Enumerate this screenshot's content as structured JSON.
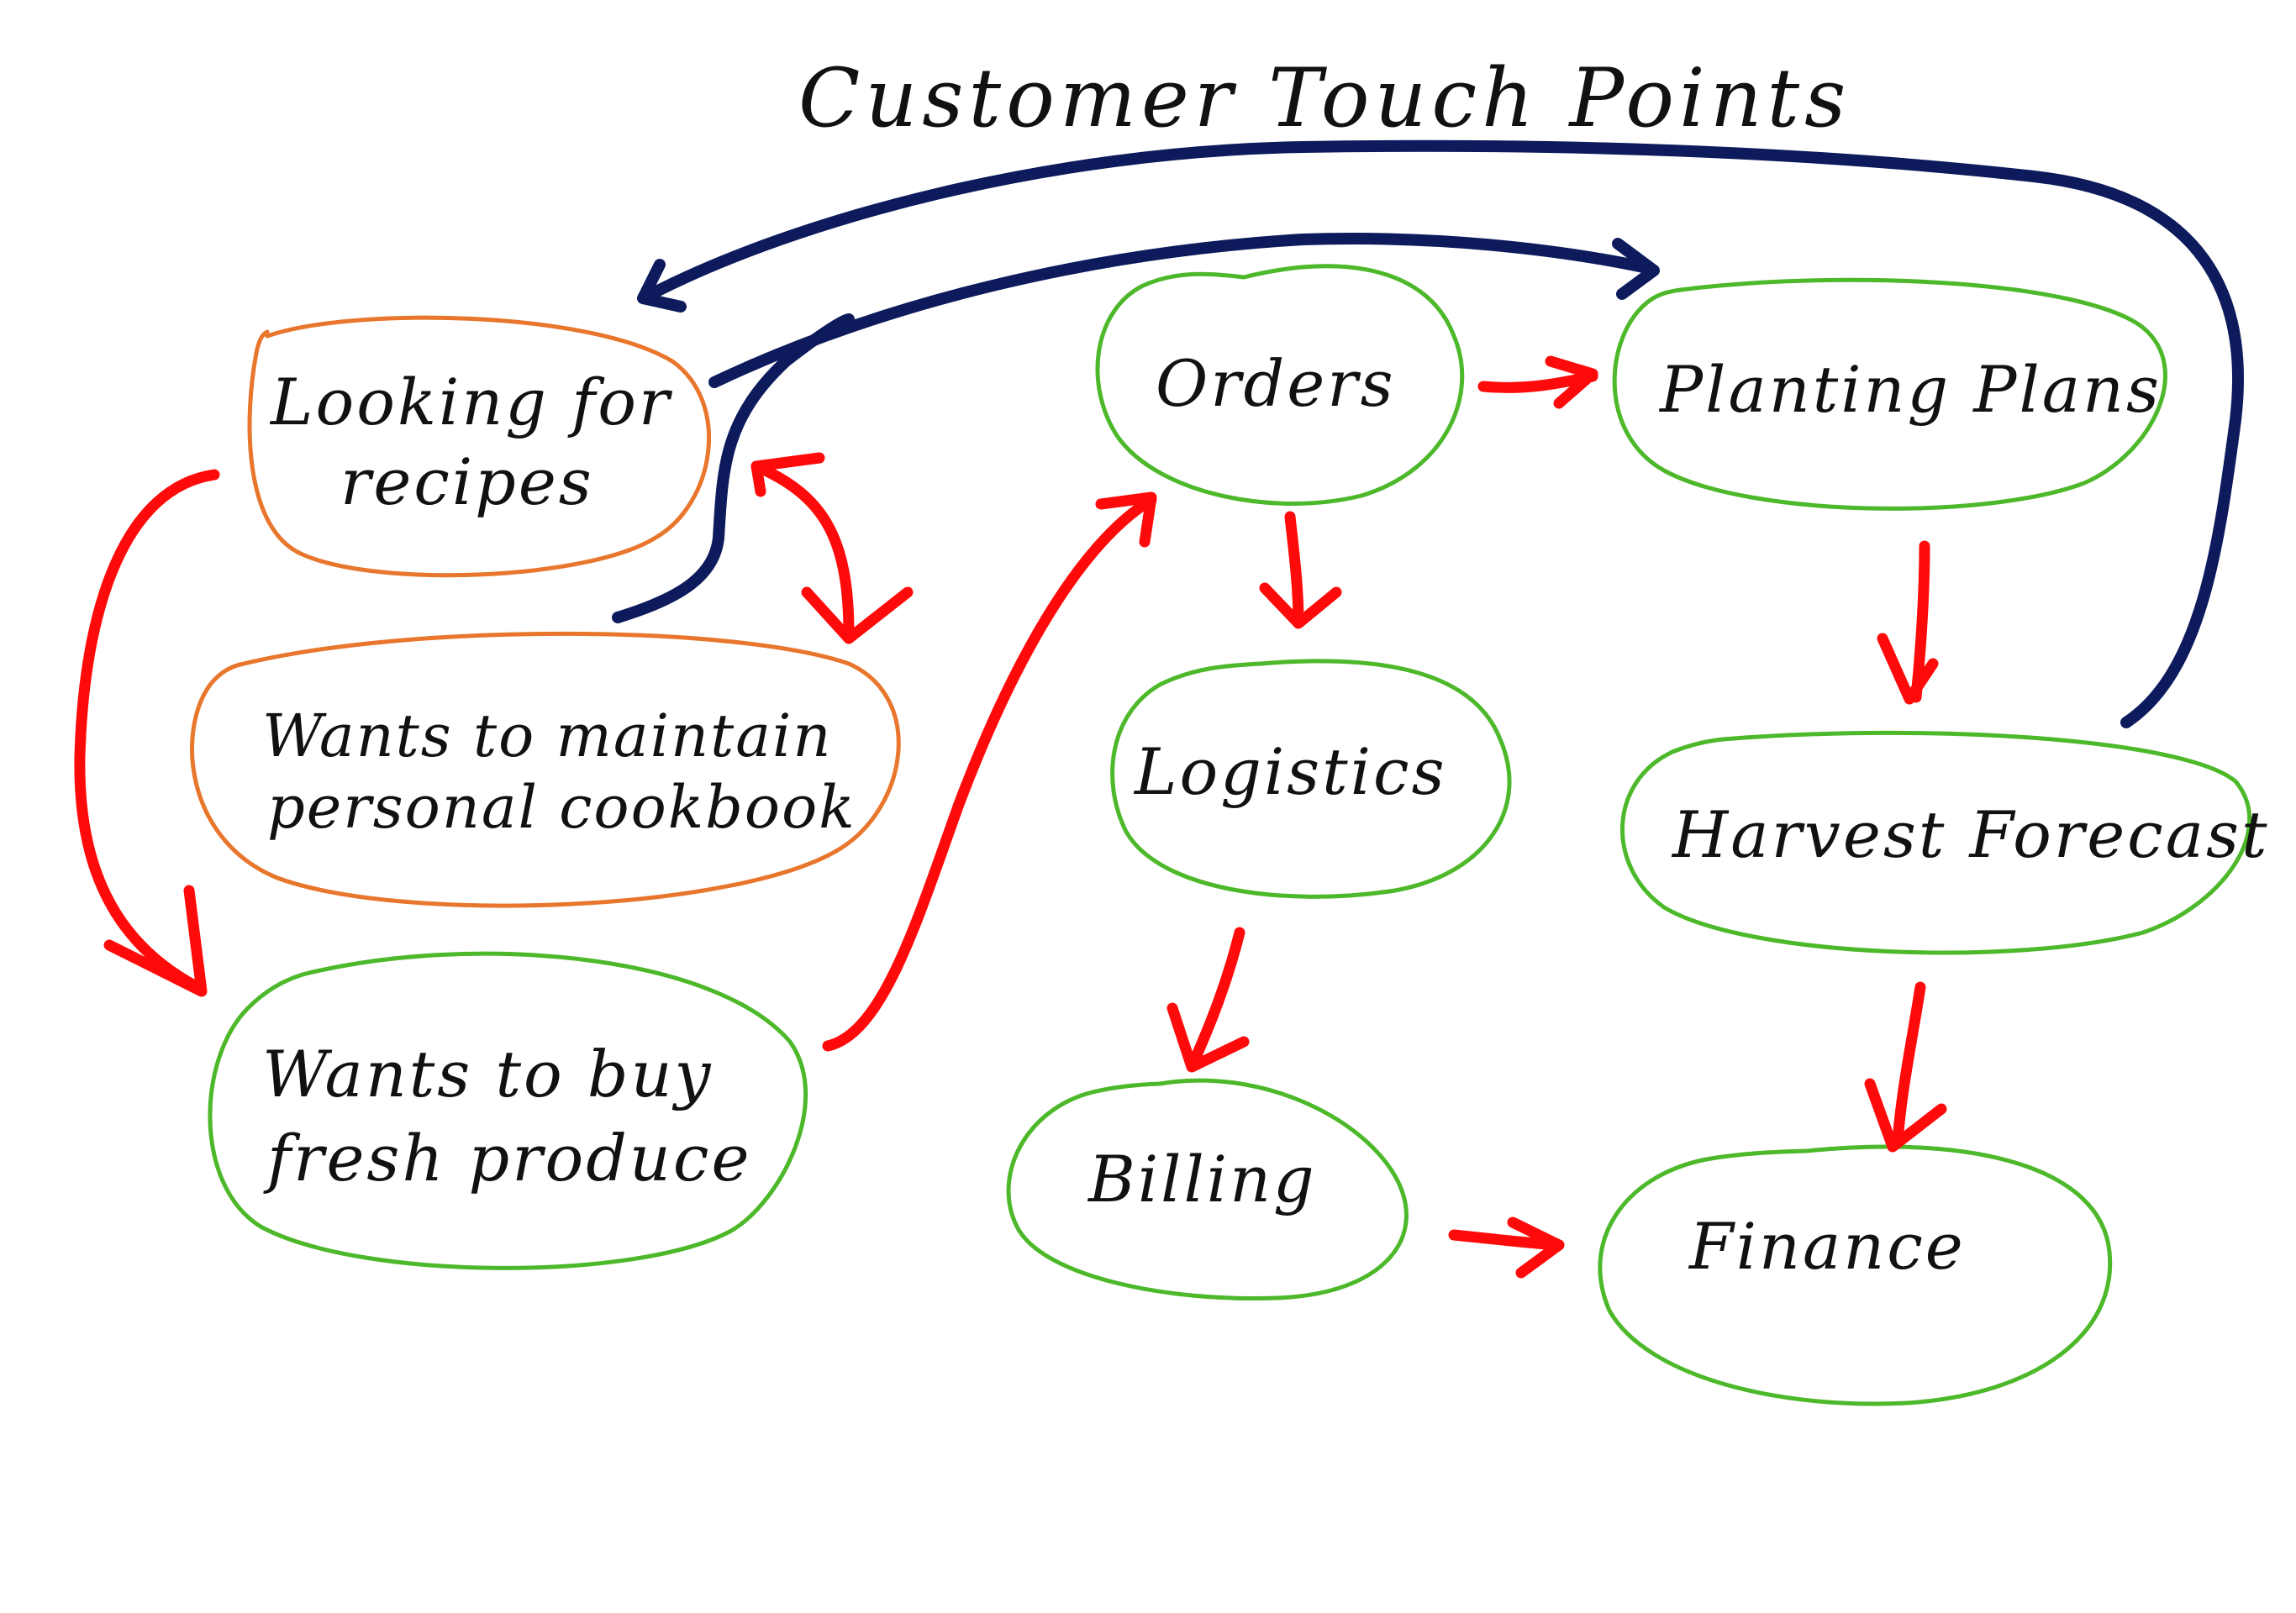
{
  "title": "Customer Touch Points",
  "colors": {
    "customer_need": "#e8762c",
    "process": "#4cb82a",
    "flow_arrow": "#ff0a0a",
    "feedback_arrow": "#0d1a5c",
    "text": "#111111"
  },
  "nodes": {
    "looking_for_recipes": {
      "line1": "Looking for",
      "line2": "recipes"
    },
    "maintain_cookbook": {
      "line1": "Wants to maintain",
      "line2": "personal cookbook"
    },
    "buy_fresh_produce": {
      "line1": "Wants to buy",
      "line2": "fresh produce"
    },
    "orders": {
      "line1": "Orders"
    },
    "logistics": {
      "line1": "Logistics"
    },
    "billing": {
      "line1": "Billing"
    },
    "planting_plans": {
      "line1": "Planting Plans"
    },
    "harvest_forecast": {
      "line1": "Harvest Forecast"
    },
    "finance": {
      "line1": "Finance"
    }
  }
}
